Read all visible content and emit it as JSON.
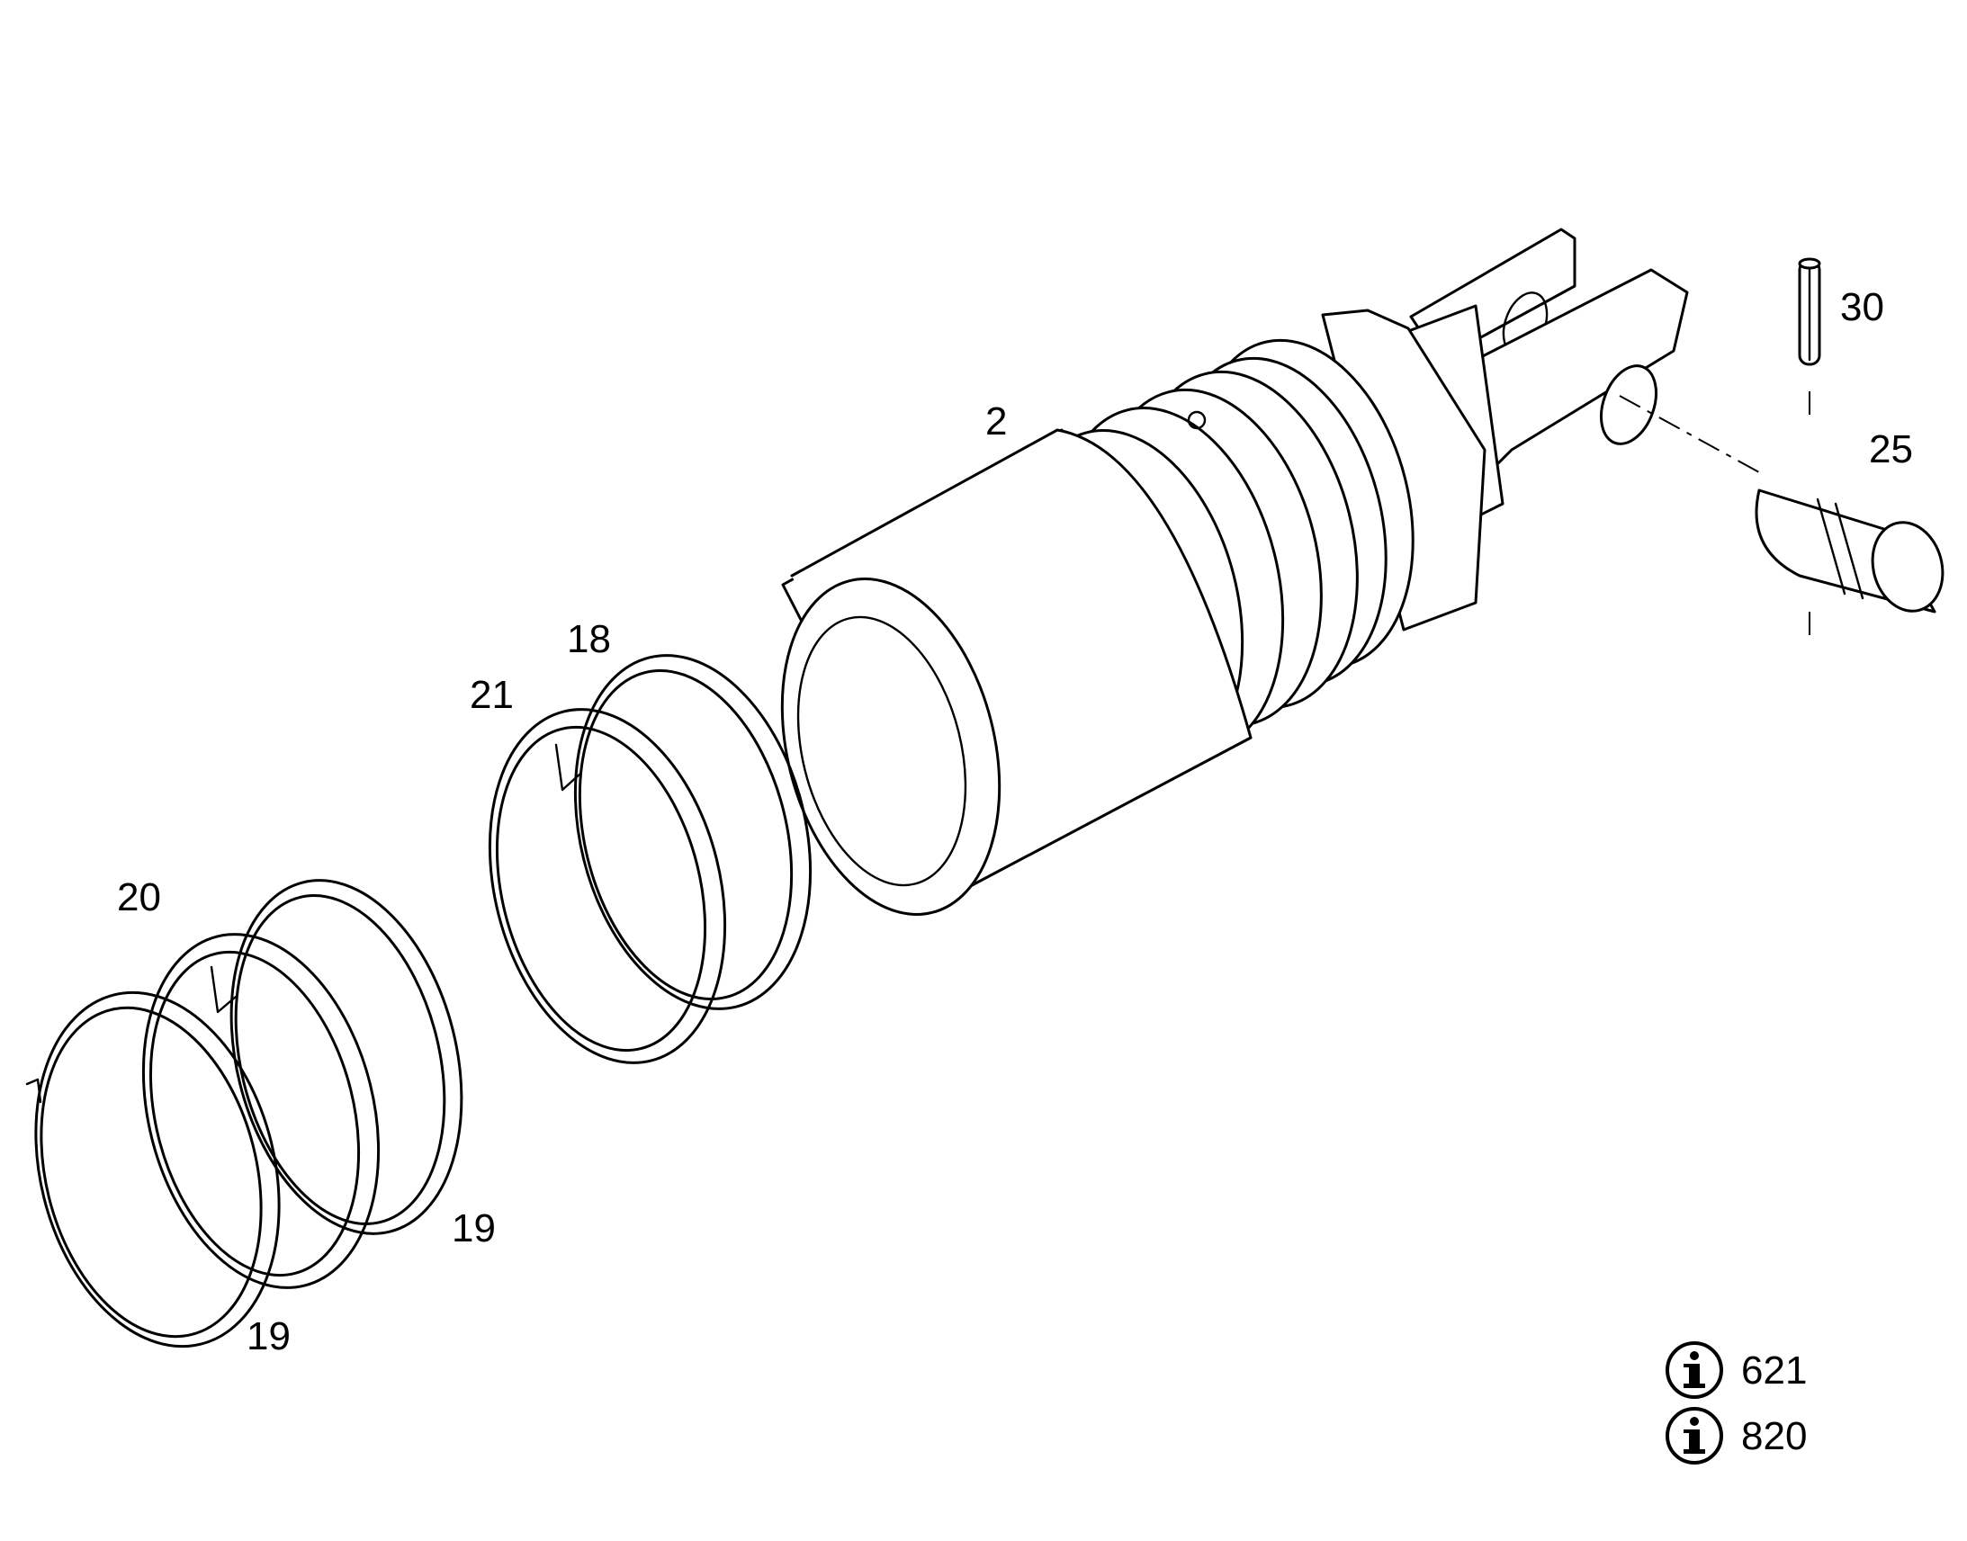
{
  "diagram": {
    "colors": {
      "stroke": "#000000",
      "background": "#ffffff"
    },
    "callouts": [
      {
        "id": "c2",
        "label": "2"
      },
      {
        "id": "c30",
        "label": "30"
      },
      {
        "id": "c25",
        "label": "25"
      },
      {
        "id": "c18",
        "label": "18"
      },
      {
        "id": "c21",
        "label": "21"
      },
      {
        "id": "c20",
        "label": "20"
      },
      {
        "id": "c19a",
        "label": "19"
      },
      {
        "id": "c19b",
        "label": "19"
      }
    ],
    "info_refs": [
      {
        "icon": "info-icon",
        "number": "621"
      },
      {
        "icon": "info-icon",
        "number": "820"
      }
    ]
  }
}
